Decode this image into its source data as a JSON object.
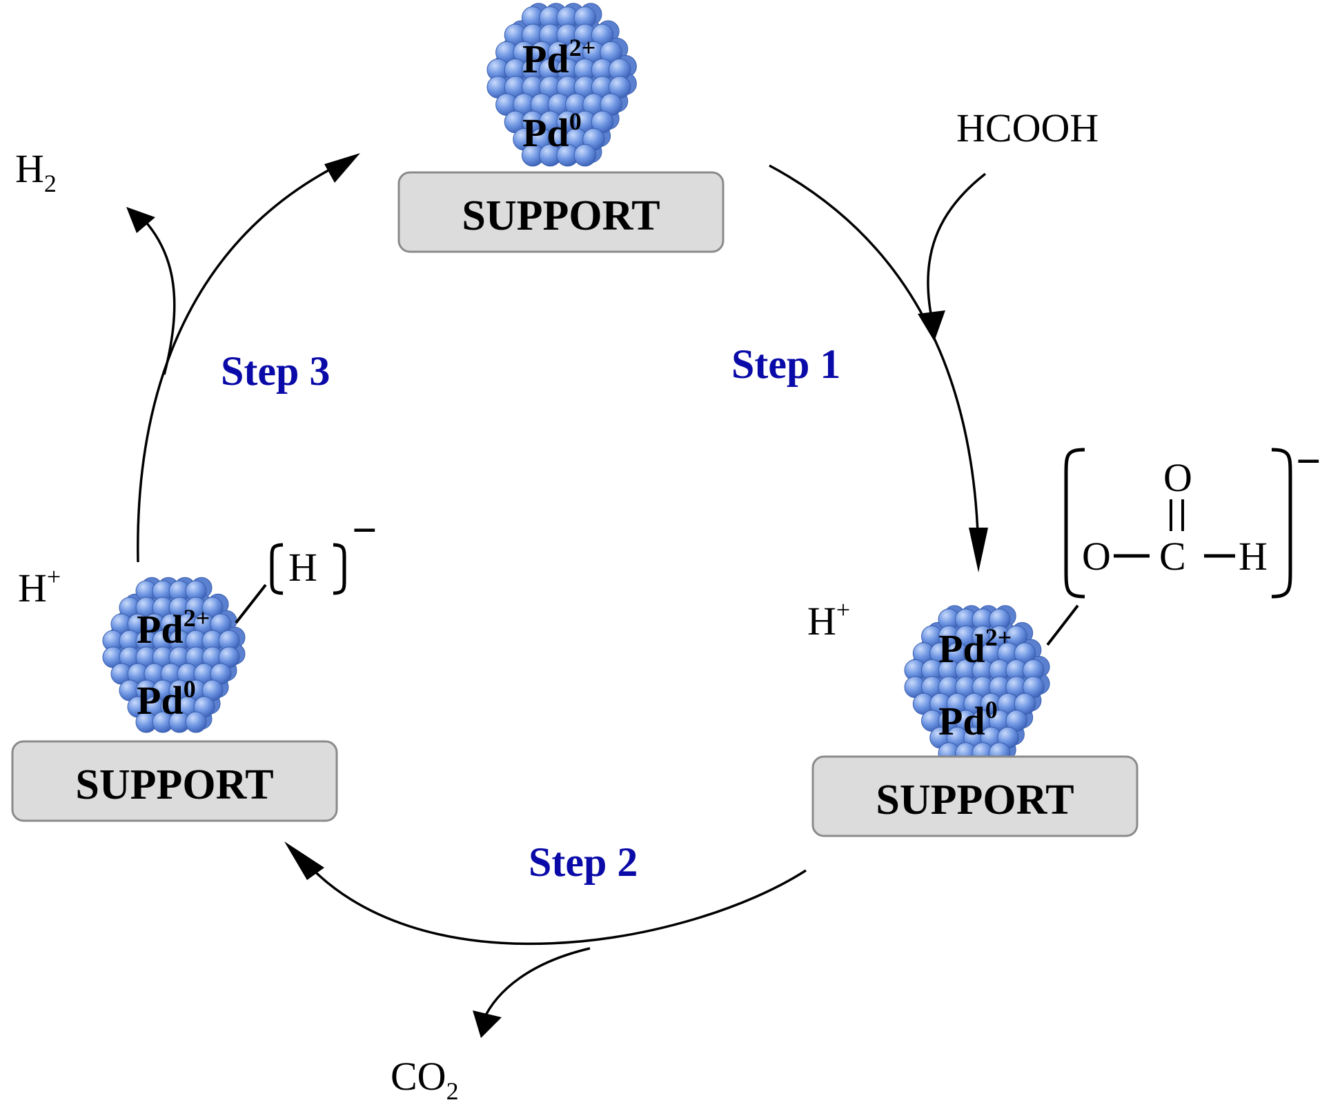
{
  "colors": {
    "step_label": "#0a0aa8",
    "support_fill": "#dcdcdc",
    "support_stroke": "#8a8a8a",
    "atom_light": "#b8cdf5",
    "atom_mid": "#6f95e2",
    "atom_dark": "#3e65bb"
  },
  "catalysts": {
    "top": {
      "pd_top_base": "Pd",
      "pd_top_sup": "2+",
      "pd_bottom_base": "Pd",
      "pd_bottom_sup": "0",
      "support_label": "SUPPORT"
    },
    "right": {
      "pd_top_base": "Pd",
      "pd_top_sup": "2+",
      "pd_bottom_base": "Pd",
      "pd_bottom_sup": "0",
      "support_label": "SUPPORT"
    },
    "left": {
      "pd_top_base": "Pd",
      "pd_top_sup": "2+",
      "pd_bottom_base": "Pd",
      "pd_bottom_sup": "0",
      "support_label": "SUPPORT"
    }
  },
  "steps": {
    "step1": "Step 1",
    "step2": "Step 2",
    "step3": "Step 3"
  },
  "species": {
    "reactant": "HCOOH",
    "h2_base": "H",
    "h2_sub": "2",
    "co2_base": "CO",
    "co2_sub": "2",
    "proton_right_base": "H",
    "proton_right_sup": "+",
    "proton_left_base": "H",
    "proton_left_sup": "+"
  },
  "formate": {
    "oxygen_top": "O",
    "oxygen_left": "O",
    "carbon": "C",
    "hydrogen": "H",
    "charge": "−"
  },
  "hydride": {
    "hydrogen": "H",
    "charge": "−"
  }
}
